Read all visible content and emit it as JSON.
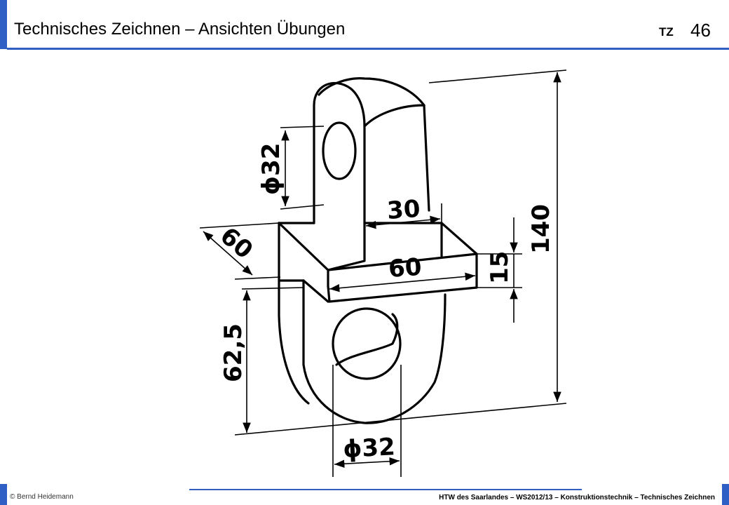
{
  "header": {
    "title": "Technisches Zeichnen – Ansichten Übungen",
    "course_code": "TZ",
    "page_number": "46",
    "accent_color": "#2f5fc4"
  },
  "drawing": {
    "dimensions": {
      "bore_top": "ϕ32",
      "width_upper": "30",
      "depth": "60",
      "width_lower": "60",
      "height_step": "15",
      "total_height": "140",
      "lower_height": "62,5",
      "bore_bottom": "ϕ32"
    }
  },
  "footer": {
    "copyright": "© Bernd Heidemann",
    "institution": "HTW des Saarlandes – WS2012/13 – Konstruktionstechnik – Technisches Zeichnen"
  }
}
